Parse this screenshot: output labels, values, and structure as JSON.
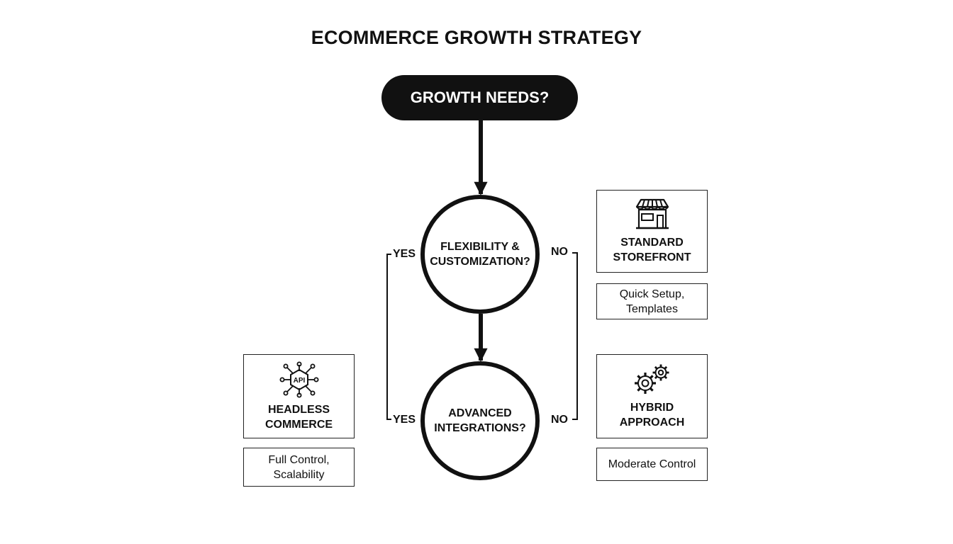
{
  "title": "ECOMMERCE GROWTH STRATEGY",
  "start": {
    "label": "GROWTH NEEDS?"
  },
  "decisions": [
    {
      "line1": "FLEXIBILITY &",
      "line2": "CUSTOMIZATION?",
      "yes": "YES",
      "no": "NO"
    },
    {
      "line1": "ADVANCED",
      "line2": "INTEGRATIONS?",
      "yes": "YES",
      "no": "NO"
    }
  ],
  "outcomes": {
    "standard": {
      "line1": "STANDARD",
      "line2": "STOREFRONT",
      "icon": "storefront-icon",
      "note1": "Quick Setup,",
      "note2": "Templates"
    },
    "headless": {
      "line1": "HEADLESS",
      "line2": "COMMERCE",
      "icon": "api-network-icon",
      "icon_text": "API",
      "note1": "Full Control,",
      "note2": "Scalability"
    },
    "hybrid": {
      "line1": "HYBRID",
      "line2": "APPROACH",
      "icon": "gears-icon",
      "note1": "Moderate Control"
    }
  },
  "colors": {
    "ink": "#111111",
    "background": "#ffffff"
  }
}
